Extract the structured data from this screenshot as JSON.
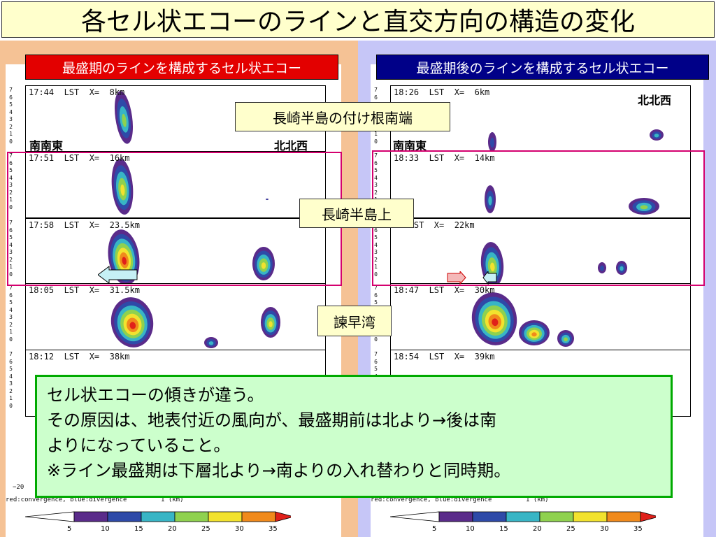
{
  "title": "各セル状エコーのラインと直交方向の構造の変化",
  "left": {
    "header": "最盛期のラインを構成するセル状エコー",
    "dir_left": "南南東",
    "dir_right": "北北西",
    "panels": [
      {
        "stamp": "17:44  LST  X=  8km"
      },
      {
        "stamp": "17:51  LST  X=  16km"
      },
      {
        "stamp": "17:58  LST  X=  23.5km"
      },
      {
        "stamp": "18:05  LST  X=  31.5km"
      },
      {
        "stamp": "18:12  LST  X=  38km"
      }
    ],
    "xaxis_first": "−20"
  },
  "right": {
    "header": "最盛期後のラインを構成するセル状エコー",
    "dir_left": "南南東",
    "dir_right": "北北西",
    "panels": [
      {
        "stamp": "18:26  LST  X=  6km"
      },
      {
        "stamp": "18:33  LST  X=  14km"
      },
      {
        "stamp": "0  LST  X=  22km"
      },
      {
        "stamp": "18:47  LST  X=  30km"
      },
      {
        "stamp": "18:54  LST  X=  39km"
      }
    ]
  },
  "callouts": {
    "base": "長崎半島の付け根南端",
    "peninsula": "長崎半島上",
    "bay": "諫早湾"
  },
  "note": {
    "line1": "セル状エコーの傾きが違う。",
    "line2": "その原因は、地表付近の風向が、最盛期前は北より→後は南",
    "line3": "よりになっていること。",
    "line4": "※ライン最盛期は下層北より→南よりの入れ替わりと同時期。"
  },
  "colorbar": {
    "caption": "red:convergence,  blue:divergence",
    "unit": "1  (km)",
    "ticks": [
      "5",
      "10",
      "15",
      "20",
      "25",
      "30",
      "35"
    ],
    "colors": [
      "#ffffff",
      "#5a2b8a",
      "#2e4aa8",
      "#38b5c5",
      "#8fd14f",
      "#f2e22e",
      "#f08a1c",
      "#e0201a"
    ]
  },
  "yticks": [
    "7",
    "6",
    "5",
    "4",
    "3",
    "2",
    "1",
    "0"
  ]
}
